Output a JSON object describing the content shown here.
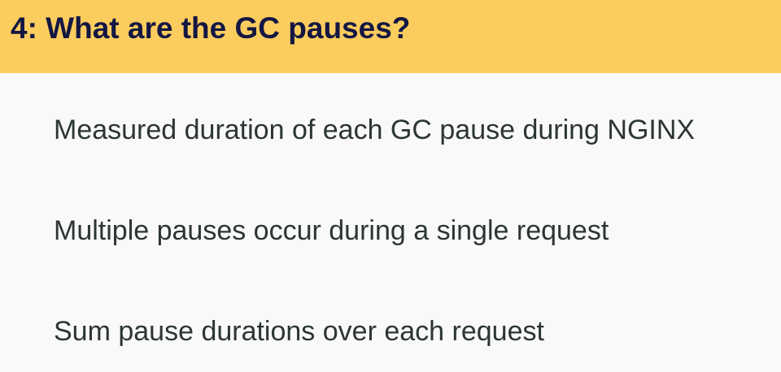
{
  "slide": {
    "title": "4: What are the GC pauses?",
    "bullets": [
      "Measured duration of each GC pause during NGINX",
      "Multiple pauses occur during a single request",
      "Sum pause durations over each request"
    ]
  },
  "colors": {
    "title_bar": "#fbcc5e",
    "title_text": "#141743",
    "body_text": "#2d3535",
    "background": "#f9f9f9"
  }
}
